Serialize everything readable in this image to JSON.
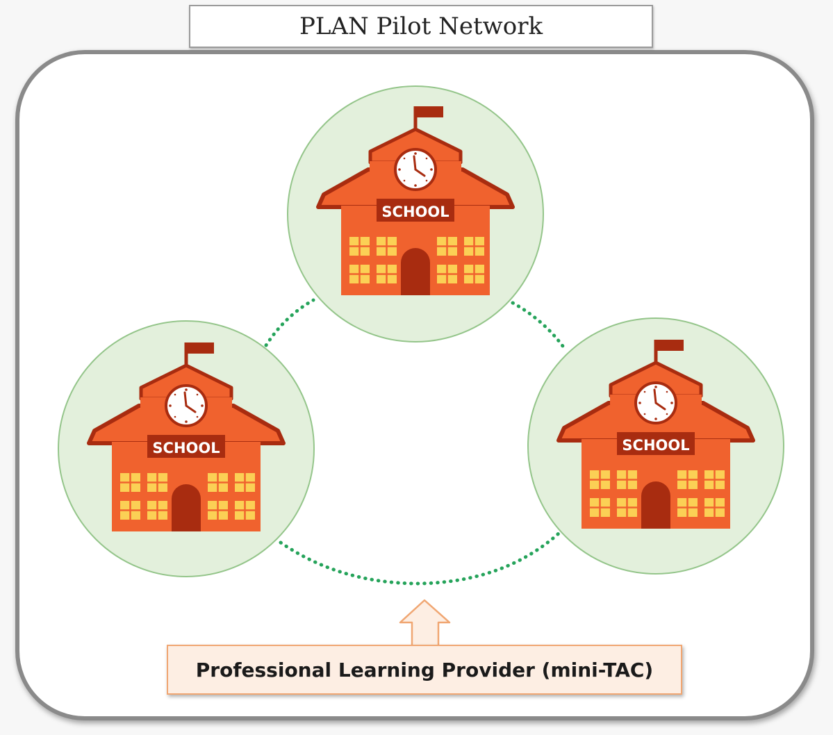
{
  "title": "PLAN Pilot Network",
  "schools": [
    {
      "label": "SCHOOL"
    },
    {
      "label": "SCHOOL"
    },
    {
      "label": "SCHOOL"
    }
  ],
  "provider": {
    "label": "Professional Learning Provider (mini-TAC)"
  },
  "colors": {
    "circle_fill": "#e3f0dc",
    "circle_stroke": "#94c58a",
    "dotted_connector": "#25a35a",
    "building_main": "#f0622e",
    "building_dark": "#a82c10",
    "window": "#fbd055",
    "provider_fill": "#fdeee3",
    "provider_border": "#f0a672"
  },
  "icons": [
    "school-building-icon",
    "clock-icon",
    "flag-icon",
    "up-arrow-icon"
  ]
}
